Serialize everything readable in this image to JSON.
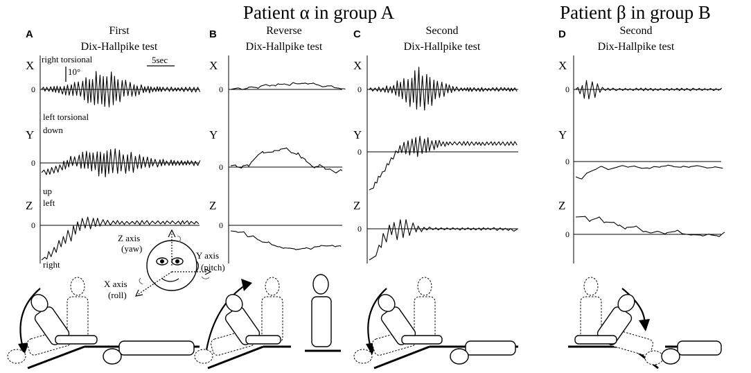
{
  "group_titles": {
    "group_a": "Patient α in group A",
    "group_b": "Patient β in group B"
  },
  "panels": [
    {
      "letter": "A",
      "title_line1": "First",
      "title_line2": "Dix-Hallpike test"
    },
    {
      "letter": "B",
      "title_line1": "Reverse",
      "title_line2": "Dix-Hallpike test"
    },
    {
      "letter": "C",
      "title_line1": "Second",
      "title_line2": "Dix-Hallpike test"
    },
    {
      "letter": "D",
      "title_line1": "Second",
      "title_line2": "Dix-Hallpike test"
    }
  ],
  "axis_labels": {
    "x": "X",
    "y": "Y",
    "z": "Z",
    "zero": "0"
  },
  "direction_labels": {
    "right_torsional": "right torsional",
    "left_torsional": "left torsional",
    "down": "down",
    "up": "up",
    "left": "left",
    "right": "right"
  },
  "scale_bars": {
    "amplitude": "10°",
    "time": "5sec"
  },
  "head_diagram": {
    "z_axis": "Z axis",
    "z_axis_sub": "(yaw)",
    "y_axis": "Y axis",
    "y_axis_sub": "(pitch)",
    "x_axis": "X axis",
    "x_axis_sub": "(roll)"
  },
  "colors": {
    "ink": "#000000",
    "rotation_marker": "#777777",
    "background": "#ffffff"
  }
}
